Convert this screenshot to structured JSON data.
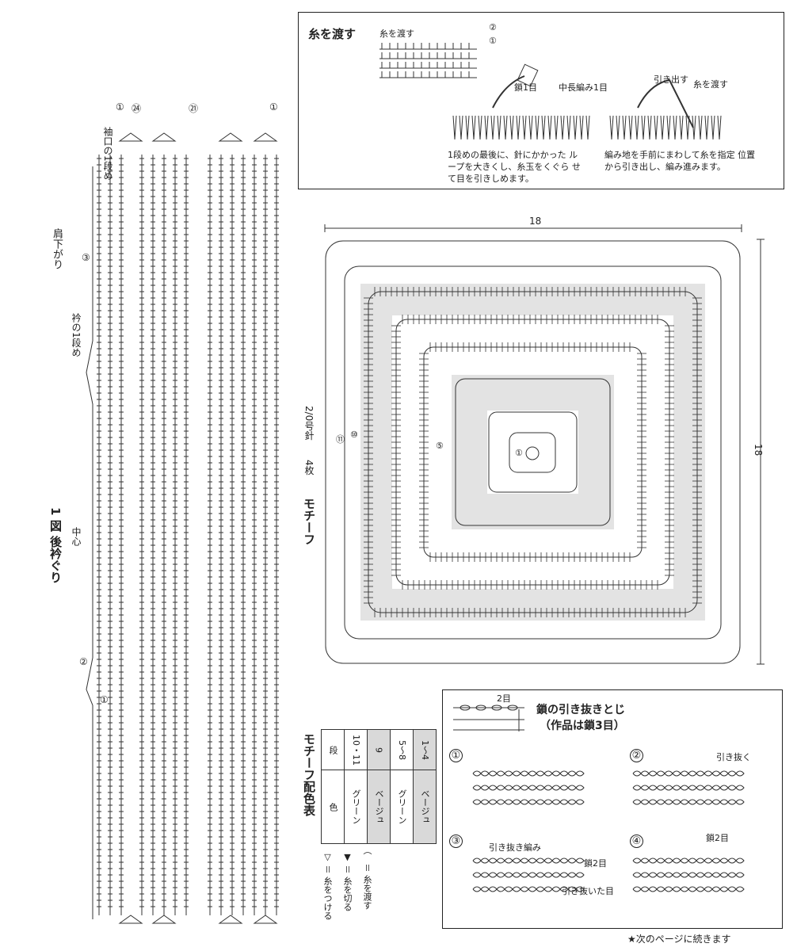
{
  "left_diagram": {
    "figure_label": "1 図 後衿ぐり",
    "center_label": "中心",
    "neck_start_label": "衿の1段め",
    "shoulder_label": "肩下がり",
    "cuff_label": "袖口の1段め",
    "top_markers": [
      "①",
      "㉔",
      "㉑",
      "①"
    ],
    "side_markers": [
      "③",
      "②",
      "①"
    ]
  },
  "thread_box": {
    "title": "糸を渡す",
    "chart_label": "糸を渡す",
    "row_marks": [
      "②",
      "①"
    ],
    "label_chain": "鎖1目",
    "label_hdc": "中長編み1目",
    "label_pull": "引き出す",
    "label_carry": "糸を渡す",
    "caption_left": "1段めの最後に、針にかかった ループを大きくし、糸玉をくぐら せて目を引きしめます。",
    "caption_right": "編み地を手前にまわして糸を指定 位置から引き出し、編み進みます。"
  },
  "motif": {
    "dimension_top": "18",
    "dimension_right": "18",
    "name": "モチーフ",
    "count": "4枚",
    "needle": "2/0号針",
    "round_marks": [
      "①",
      "⑤",
      "⑩",
      "⑪"
    ]
  },
  "color_table": {
    "title": "モチーフ配色表",
    "header": [
      "段",
      "色"
    ],
    "rows": [
      {
        "round": "10・11",
        "color": "グリーン",
        "shaded": false
      },
      {
        "round": "9",
        "color": "ベージュ",
        "shaded": true
      },
      {
        "round": "5〜8",
        "color": "グリーン",
        "shaded": false
      },
      {
        "round": "1〜4",
        "color": "ベージュ",
        "shaded": true
      }
    ]
  },
  "legend": {
    "items": [
      "▽ ＝ 糸をつける",
      "▼ ＝ 糸を切る",
      "⌒ ＝ 糸を渡す"
    ]
  },
  "join_box": {
    "title": "鎖の引き抜きとじ",
    "subtitle": "（作品は鎖3目）",
    "chart_mark": "2目",
    "steps": [
      {
        "num": "①",
        "labels": []
      },
      {
        "num": "②",
        "labels": [
          "引き抜く"
        ]
      },
      {
        "num": "③",
        "labels": [
          "引き抜き編み",
          "鎖2目",
          "引き抜いた目"
        ]
      },
      {
        "num": "④",
        "labels": [
          "鎖2目"
        ]
      }
    ]
  },
  "footer": "★次のページに続きます"
}
